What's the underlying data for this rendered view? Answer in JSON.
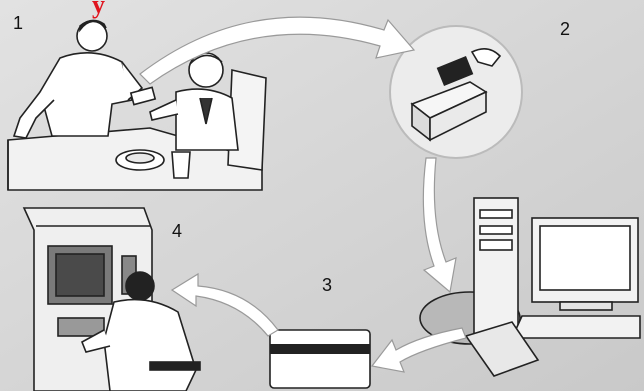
{
  "steps": [
    {
      "number": "1"
    },
    {
      "number": "2"
    },
    {
      "number": "3"
    },
    {
      "number": "4"
    }
  ],
  "top_partial_text": "y",
  "colors": {
    "background": "#d6d6d6",
    "arrow_fill": "#ffffff",
    "line_art": "#222222",
    "red_text": "#e0141e"
  }
}
